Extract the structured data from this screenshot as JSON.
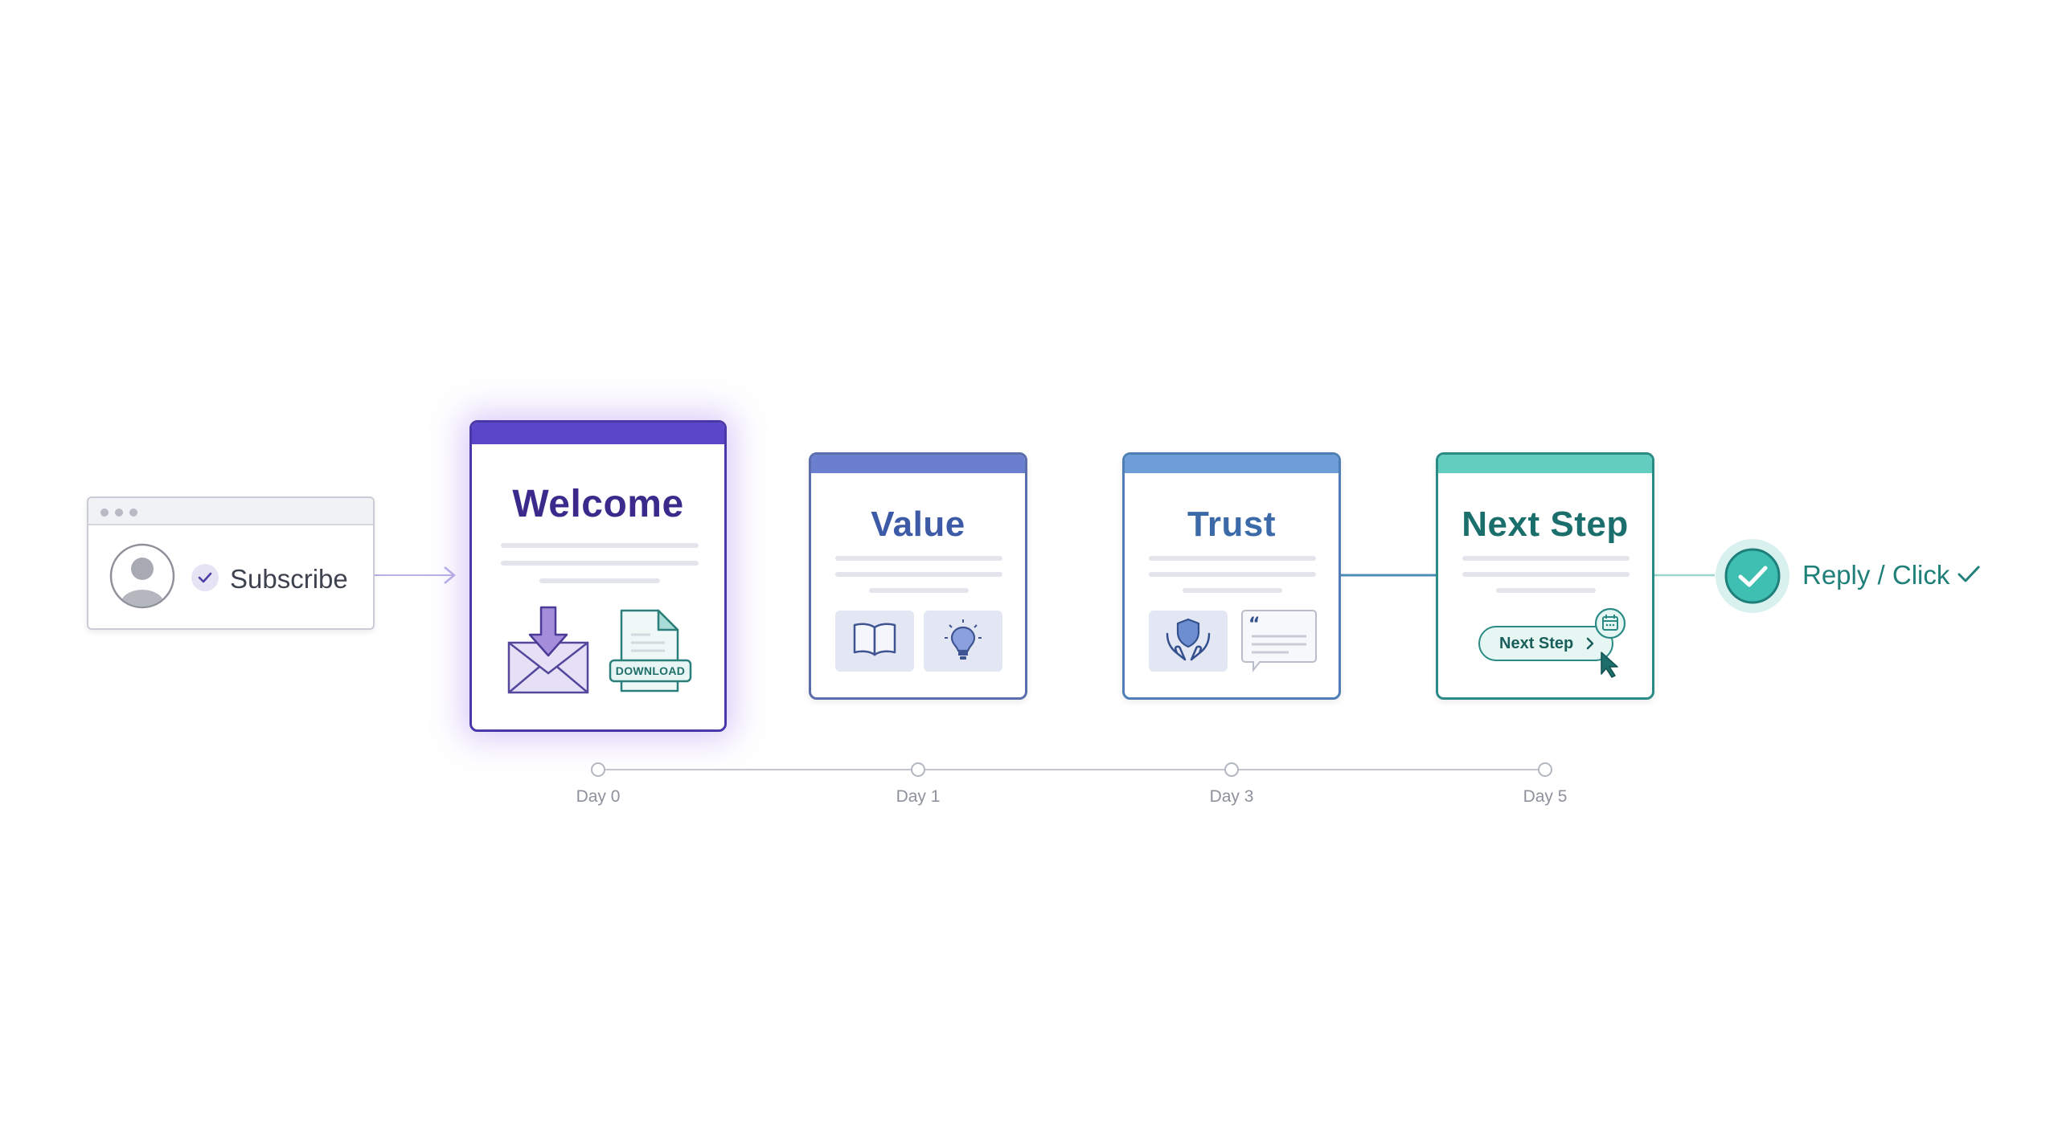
{
  "subscribe": {
    "label": "Subscribe"
  },
  "emails": [
    {
      "title": "Welcome",
      "download_label": "DOWNLOAD"
    },
    {
      "title": "Value"
    },
    {
      "title": "Trust"
    },
    {
      "title": "Next Step",
      "button_label": "Next Step"
    }
  ],
  "outcome": {
    "label": "Reply / Click"
  },
  "timeline": {
    "days": [
      "Day 0",
      "Day 1",
      "Day 3",
      "Day 5"
    ]
  },
  "colors": {
    "welcome": "#5b45c9",
    "value": "#6b7fcf",
    "trust": "#6d9ed8",
    "next_step": "#63cdc0",
    "teal_dark": "#1a6f6c",
    "purple_title": "#3b2a8c",
    "blue_title": "#3c5aa6"
  },
  "icons": {
    "subscribe": [
      "browser-dots-icon",
      "avatar-icon",
      "check-icon"
    ],
    "welcome": [
      "mail-download-icon",
      "document-download-icon"
    ],
    "value": [
      "book-icon",
      "lightbulb-icon"
    ],
    "trust": [
      "hands-shield-icon",
      "quote-bubble-icon"
    ],
    "next_step": [
      "calendar-icon",
      "chevron-right-icon",
      "cursor-icon"
    ],
    "outcome": [
      "checkmark-circle-icon",
      "checkmark-icon"
    ]
  }
}
